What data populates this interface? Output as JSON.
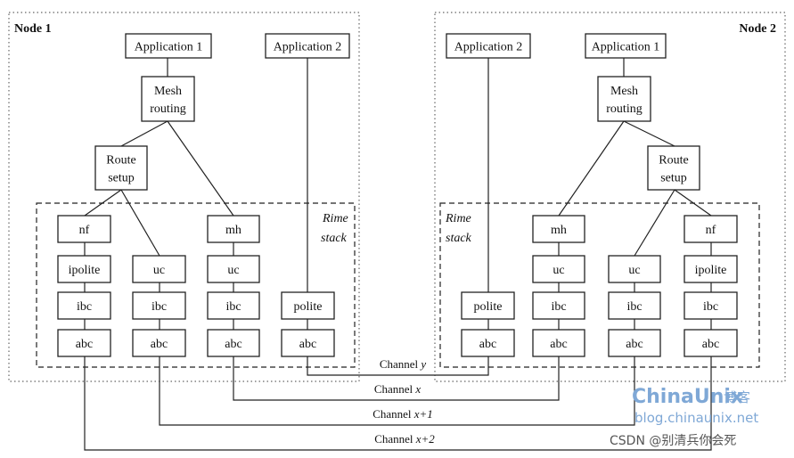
{
  "nodes": [
    {
      "label": "Node 1",
      "stack_label": [
        "Rime",
        "stack"
      ]
    },
    {
      "label": "Node 2",
      "stack_label": [
        "Rime",
        "stack"
      ]
    }
  ],
  "boxes": {
    "n1_app1": [
      "Application 1"
    ],
    "n1_app2": [
      "Application 2"
    ],
    "n1_mesh": [
      "Mesh",
      "routing"
    ],
    "n1_route": [
      "Route",
      "setup"
    ],
    "n1_nf": [
      "nf"
    ],
    "n1_mh": [
      "mh"
    ],
    "n1_ipolite": [
      "ipolite"
    ],
    "n1_uc1": [
      "uc"
    ],
    "n1_uc2": [
      "uc"
    ],
    "n1_ibc1": [
      "ibc"
    ],
    "n1_ibc2": [
      "ibc"
    ],
    "n1_ibc3": [
      "ibc"
    ],
    "n1_polite": [
      "polite"
    ],
    "n1_abc1": [
      "abc"
    ],
    "n1_abc2": [
      "abc"
    ],
    "n1_abc3": [
      "abc"
    ],
    "n1_abc4": [
      "abc"
    ],
    "n2_app2": [
      "Application 2"
    ],
    "n2_app1": [
      "Application 1"
    ],
    "n2_mesh": [
      "Mesh",
      "routing"
    ],
    "n2_route": [
      "Route",
      "setup"
    ],
    "n2_mh": [
      "mh"
    ],
    "n2_nf": [
      "nf"
    ],
    "n2_uc1": [
      "uc"
    ],
    "n2_uc2": [
      "uc"
    ],
    "n2_ipolite": [
      "ipolite"
    ],
    "n2_polite": [
      "polite"
    ],
    "n2_ibc1": [
      "ibc"
    ],
    "n2_ibc2": [
      "ibc"
    ],
    "n2_ibc3": [
      "ibc"
    ],
    "n2_abc1": [
      "abc"
    ],
    "n2_abc2": [
      "abc"
    ],
    "n2_abc3": [
      "abc"
    ],
    "n2_abc4": [
      "abc"
    ]
  },
  "channels": [
    {
      "text": "Channel ",
      "var": "y"
    },
    {
      "text": "Channel ",
      "var": "x"
    },
    {
      "text": "Channel ",
      "var": "x+1"
    },
    {
      "text": "Channel ",
      "var": "x+2"
    }
  ],
  "watermark": {
    "brand": "ChinaUnix",
    "brand_suffix": "博客",
    "url": "blog.chinaunix.net",
    "credit": "CSDN @别清兵你会死"
  }
}
